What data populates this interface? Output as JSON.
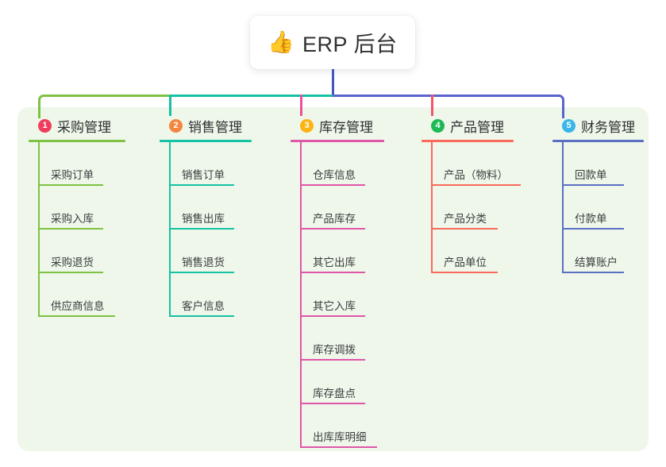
{
  "diagram": {
    "type": "mind-map",
    "title": "ERP 后台",
    "root": {
      "emoji": "👍",
      "emoji_name": "thumbs-up-emoji",
      "label": "ERP 后台"
    },
    "palette": {
      "panel_background": "#eef7e9",
      "page_background": "#ffffff",
      "card_background": "#ffffff",
      "text": "#2f3133",
      "root_stem": "#4355c0",
      "bar_left": "#7dc242",
      "bar_middle": "#15c2a5",
      "bar_right": "#5a63cf"
    },
    "branches": [
      {
        "index": "1",
        "label": "采购管理",
        "badge_color": "#ef3e5c",
        "line_color": "#7dc242",
        "drop_color": "#7dc242",
        "title_width": 122,
        "items": [
          {
            "label": "采购订单",
            "rule_width": 82
          },
          {
            "label": "采购入库",
            "rule_width": 82
          },
          {
            "label": "采购退货",
            "rule_width": 82
          },
          {
            "label": "供应商信息",
            "rule_width": 97
          }
        ]
      },
      {
        "index": "2",
        "label": "销售管理",
        "badge_color": "#f5863f",
        "line_color": "#15c2a5",
        "drop_color": "#15c2a5",
        "title_width": 116,
        "items": [
          {
            "label": "销售订单",
            "rule_width": 82
          },
          {
            "label": "销售出库",
            "rule_width": 82
          },
          {
            "label": "销售退货",
            "rule_width": 82
          },
          {
            "label": "客户信息",
            "rule_width": 82
          }
        ]
      },
      {
        "index": "3",
        "label": "库存管理",
        "badge_color": "#fbb416",
        "line_color": "#e056a8",
        "drop_color": "#ee4f9b",
        "title_width": 118,
        "items": [
          {
            "label": "仓库信息",
            "rule_width": 82
          },
          {
            "label": "产品库存",
            "rule_width": 82
          },
          {
            "label": "其它出库",
            "rule_width": 82
          },
          {
            "label": "其它入库",
            "rule_width": 82
          },
          {
            "label": "库存调拨",
            "rule_width": 82
          },
          {
            "label": "库存盘点",
            "rule_width": 82
          },
          {
            "label": "出库库明细",
            "rule_width": 97
          }
        ]
      },
      {
        "index": "4",
        "label": "产品管理",
        "badge_color": "#1db954",
        "line_color": "#f96a5a",
        "drop_color": "#f4556a",
        "title_width": 116,
        "items": [
          {
            "label": "产品（物料）",
            "rule_width": 113
          },
          {
            "label": "产品分类",
            "rule_width": 84
          },
          {
            "label": "产品单位",
            "rule_width": 84
          }
        ]
      },
      {
        "index": "5",
        "label": "财务管理",
        "badge_color": "#3ab6e8",
        "line_color": "#5a6fc4",
        "drop_color": "#5a6fc4",
        "title_width": 115,
        "items": [
          {
            "label": "回款单",
            "rule_width": 78
          },
          {
            "label": "付款单",
            "rule_width": 78
          },
          {
            "label": "结算账户",
            "rule_width": 78
          }
        ]
      }
    ]
  }
}
